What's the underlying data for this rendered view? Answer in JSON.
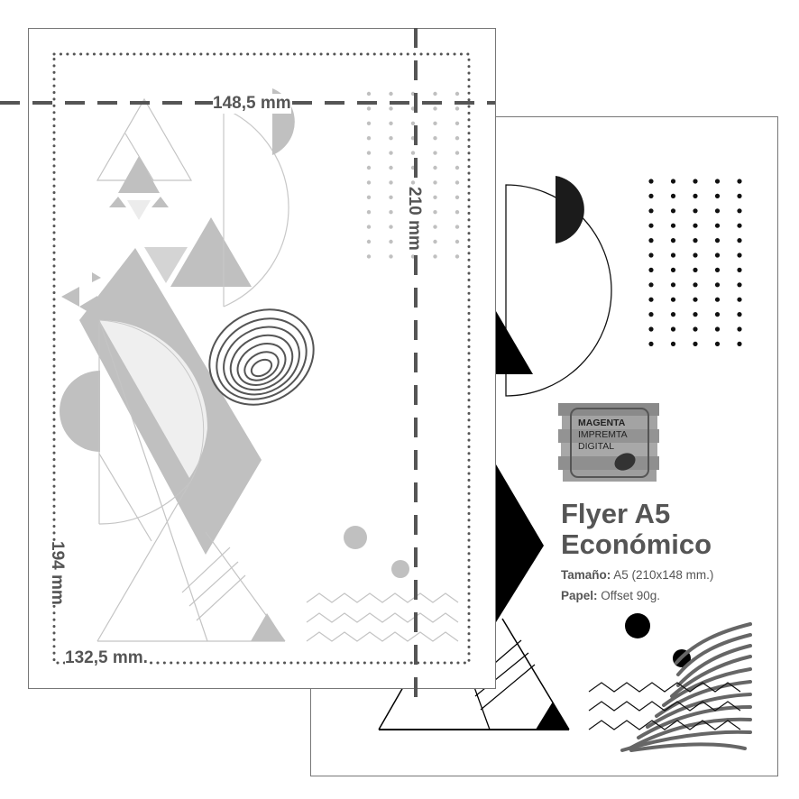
{
  "front_sheet": {
    "dimensions": {
      "width_label": "148,5 mm",
      "height_label": "210 mm",
      "safe_width_label": "132,5 mm.",
      "safe_height_label": "194 mm"
    },
    "guides": {
      "bleed_line": "dashed",
      "safe_area": "dotted"
    },
    "dot_grid": {
      "columns": 5,
      "rows": 12,
      "color": "#c0c0c0"
    },
    "palette": {
      "gray": "#c0c0c0",
      "light": "#efefef",
      "line": "#c8c8c8",
      "ink": "#555555"
    }
  },
  "back_sheet": {
    "logo": {
      "line1": "MAGENTA",
      "line2": "IMPREMTA",
      "line3": "DIGITAL"
    },
    "title_line1": "Flyer A5",
    "title_line2": "Económico",
    "specs": [
      {
        "label": "Tamaño:",
        "value": " A5 (210x148 mm.)"
      },
      {
        "label": "Papel:",
        "value": " Offset 90g."
      }
    ],
    "dot_grid": {
      "columns": 5,
      "rows": 12,
      "color": "#111111"
    },
    "palette": {
      "ink": "#000000",
      "text": "#555555",
      "fingerprint": "#666666"
    }
  }
}
